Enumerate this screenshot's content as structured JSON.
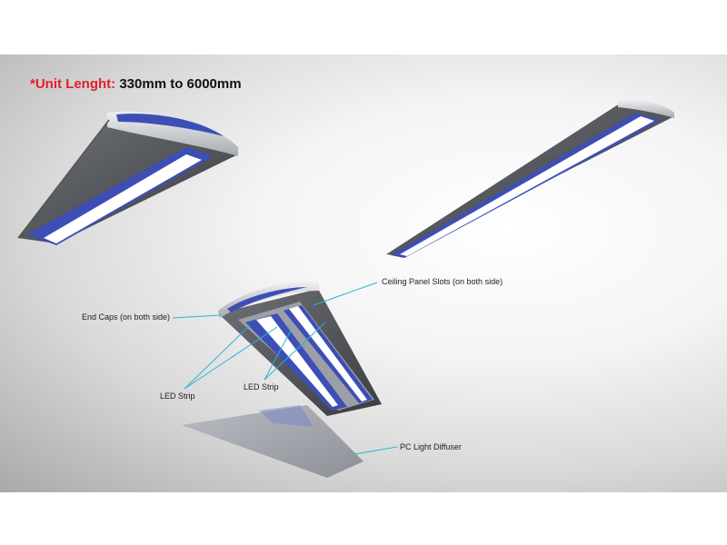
{
  "heading": {
    "prefix": "*Unit Lenght:",
    "value": "330mm to 6000mm"
  },
  "callouts": {
    "ceiling_panel_slots": "Ceiling Panel Slots (on both side)",
    "end_caps": "End Caps (on both side)",
    "led_strip_left": "LED Strip",
    "led_strip_right": "LED Strip",
    "pc_light_diffuser": "PC Light Diffuser"
  },
  "colors": {
    "accent_blue": "#3d4fb5",
    "housing_silver": "#c9cbcf",
    "callout_line": "#2bb3d6",
    "title_red": "#e0202a"
  }
}
